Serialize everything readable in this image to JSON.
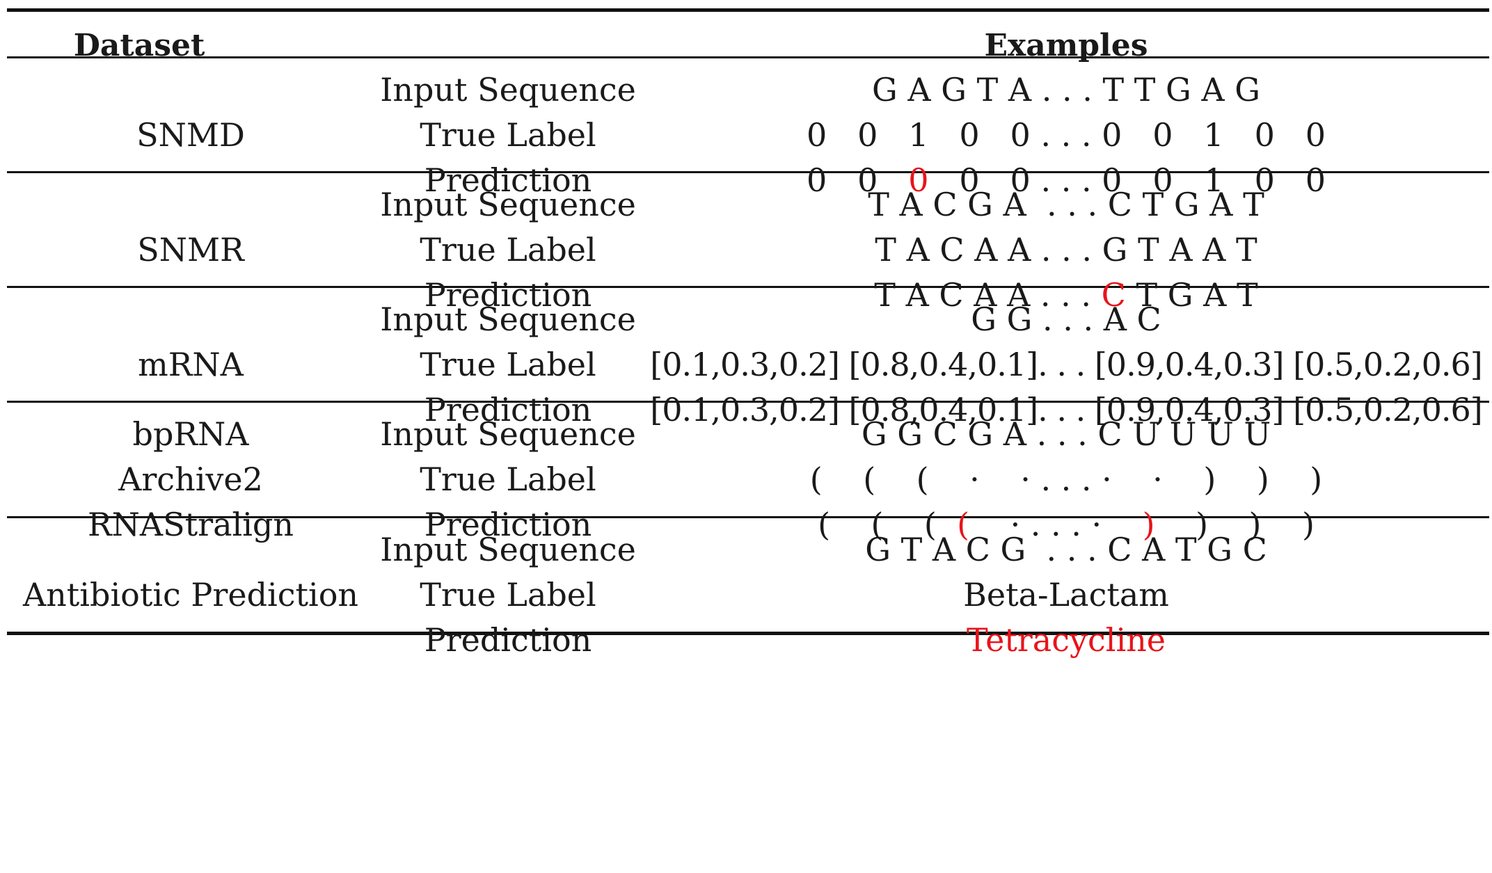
{
  "header": {
    "dataset": "Dataset",
    "examples": "Examples"
  },
  "row_labels": {
    "input": "Input Sequence",
    "true": "True Label",
    "pred": "Prediction"
  },
  "groups": [
    {
      "dataset_lines": [
        "SNMD"
      ],
      "input": [
        {
          "t": "G A G T A . . . T T G A G"
        }
      ],
      "true_label": [
        {
          "t": "0   0   1   0   0 . . . 0   0   1   0   0"
        }
      ],
      "prediction": [
        {
          "t": "0   0   "
        },
        {
          "t": "0",
          "red": true
        },
        {
          "t": "   0   0 . . . 0   0   1   0   0"
        }
      ]
    },
    {
      "dataset_lines": [
        "SNMR"
      ],
      "input": [
        {
          "t": "T A C G A  . . . C T G A T"
        }
      ],
      "true_label": [
        {
          "t": "T A C A A . . . G T A A T"
        }
      ],
      "prediction": [
        {
          "t": "T A C A A . . . "
        },
        {
          "t": "C",
          "red": true
        },
        {
          "t": " T G A T"
        }
      ]
    },
    {
      "dataset_lines": [
        "mRNA"
      ],
      "input": [
        {
          "t": "G G . . . A C"
        }
      ],
      "true_label": [
        {
          "t": "[0.1,0.3,0.2] [0.8,0.4,0.1]. . . [0.9,0.4,0.3] [0.5,0.2,0.6]"
        }
      ],
      "prediction": [
        {
          "t": "[0.1,0.3,0.2] [0.8,0.4,0.1]. . . [0.9,0.4,0.3] [0.5,0.2,0.6]"
        }
      ]
    },
    {
      "dataset_lines": [
        "bpRNA",
        "Archive2",
        "RNAStralign"
      ],
      "input": [
        {
          "t": "G G C G A . . . C U U U U"
        }
      ],
      "true_label": [
        {
          "t": "(    (    (    ·    · . . . ·    ·    )    )    )"
        }
      ],
      "prediction": [
        {
          "t": "(    (    (  "
        },
        {
          "t": "(",
          "red": true
        },
        {
          "t": "    · . . . ·    "
        },
        {
          "t": ")",
          "red": true
        },
        {
          "t": "    )    )    )"
        }
      ]
    },
    {
      "dataset_lines": [
        "Antibiotic Prediction"
      ],
      "input": [
        {
          "t": "G T A C G  . . . C A T G C"
        }
      ],
      "true_label": [
        {
          "t": "Beta-Lactam"
        }
      ],
      "prediction": [
        {
          "t": "Tetracycline",
          "red": true
        }
      ]
    }
  ],
  "colors": {
    "highlight": "#e8141a",
    "text": "#1a1a1a",
    "rule": "#111111"
  }
}
